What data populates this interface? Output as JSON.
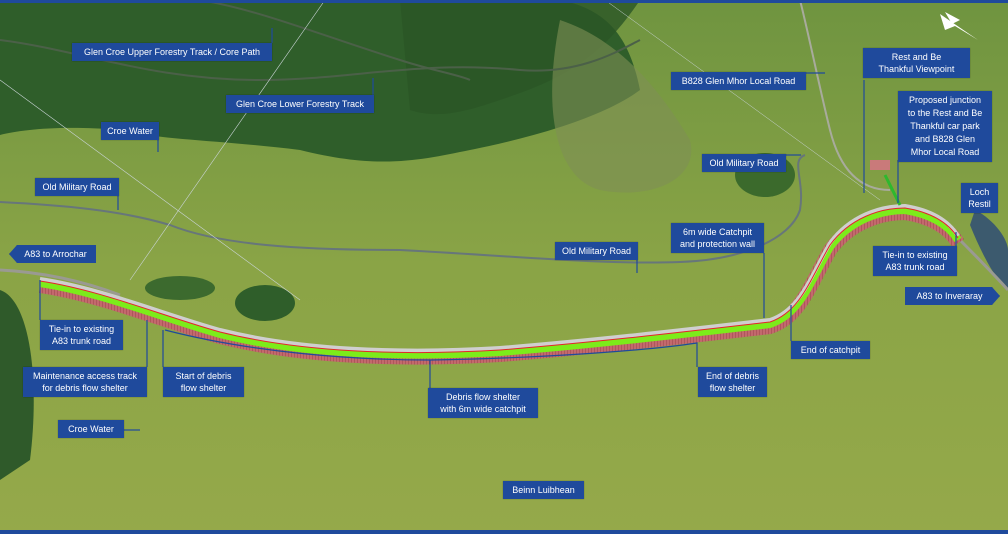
{
  "map": {
    "colors": {
      "label_bg": "#1f4a9c",
      "label_text": "#ffffff",
      "shelter_hatch": "#b5545a",
      "earthworks": "#7cec1a",
      "road_centerline": "#e3262a",
      "road_surface": "#c9c9c9"
    },
    "north_arrow_icon": "north-arrow-icon",
    "labels": {
      "upper_track": "Glen Croe Upper Forestry Track / Core Path",
      "lower_track": "Glen Croe Lower Forestry Track",
      "croe_water_north": "Croe Water",
      "old_military_road_west": "Old Military Road",
      "a83_arrochar": "A83 to Arrochar",
      "b828": "B828 Glen Mhor Local Road",
      "viewpoint": [
        "Rest and Be",
        "Thankful Viewpoint"
      ],
      "proposed_junction": [
        "Proposed junction",
        "to the Rest and Be",
        "Thankful car park",
        "and B828 Glen",
        "Mhor Local Road"
      ],
      "loch_restil": [
        "Loch",
        "Restil"
      ],
      "old_military_road_east": "Old Military Road",
      "old_military_road_mid": "Old Military Road",
      "catchpit_wall": [
        "6m wide Catchpit",
        "and protection wall"
      ],
      "tie_in_east": [
        "Tie-in to existing",
        "A83 trunk road"
      ],
      "a83_inveraray": "A83 to Inveraray",
      "end_catchpit": "End of catchpit",
      "tie_in_west": [
        "Tie-in to existing",
        "A83 trunk road"
      ],
      "maintenance_track": [
        "Maintenance access track",
        "for debris flow shelter"
      ],
      "start_shelter": [
        "Start of debris",
        "flow shelter"
      ],
      "shelter": [
        "Debris flow shelter",
        "with 6m wide catchpit"
      ],
      "end_shelter": [
        "End of debris",
        "flow shelter"
      ],
      "croe_water_south": "Croe Water",
      "beinn_luibhean": "Beinn Luibhean"
    }
  }
}
